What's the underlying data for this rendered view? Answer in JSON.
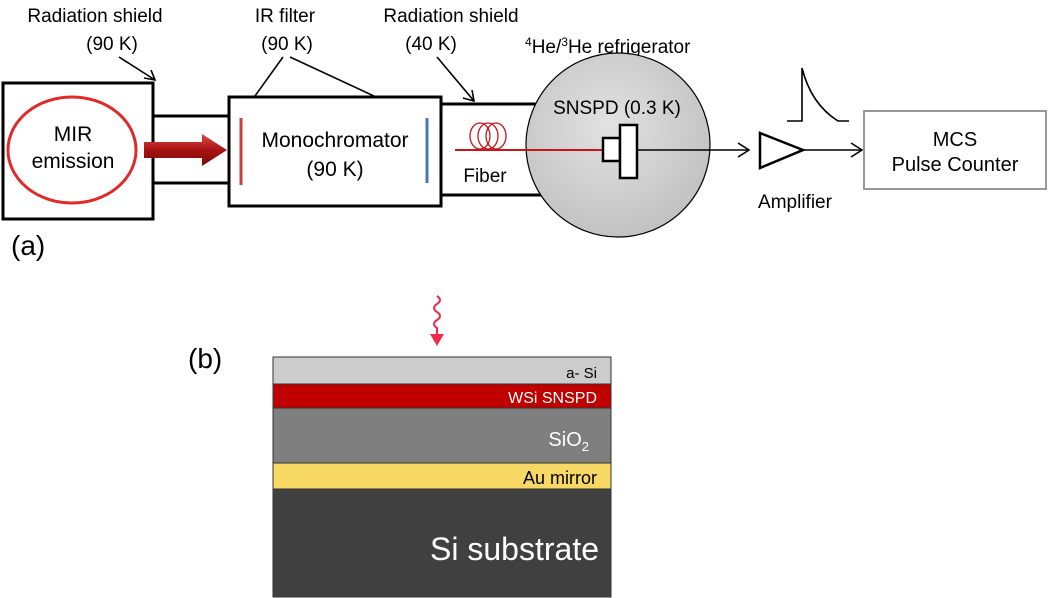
{
  "panel_a": {
    "label": "(a)",
    "radiation_shield_outer": {
      "line1": "Radiation shield",
      "line2": "(90 K)"
    },
    "ir_filter": {
      "line1": "IR filter",
      "line2": "(90 K)"
    },
    "radiation_shield_inner": {
      "line1": "Radiation shield",
      "line2": "(40 K)"
    },
    "refrigerator": {
      "sup1": "4",
      "he1": "He/",
      "sup2": "3",
      "he2": "He refrigerator"
    },
    "mir_emission": {
      "line1": "MIR",
      "line2": "emission"
    },
    "monochromator": {
      "line1": "Monochromator",
      "line2": "(90 K)"
    },
    "fiber": "Fiber",
    "snspd": "SNSPD (0.3 K)",
    "amplifier": "Amplifier",
    "mcs": {
      "line1": "MCS",
      "line2": "Pulse Counter"
    }
  },
  "panel_b": {
    "label": "(b)",
    "layers": {
      "a_si": "a- Si",
      "wsi": "WSi SNSPD",
      "sio2_base": "SiO",
      "sio2_sub": "2",
      "au": "Au mirror",
      "si": "Si substrate"
    }
  },
  "colors": {
    "red_arrow": "#b01717",
    "mir_ellipse": "#e02a2a",
    "fiber_red": "#c8151b",
    "filter_red": "#c9413f",
    "filter_blue": "#4a78b5",
    "fridge_fill": "#d0d0d0",
    "layer_asi": "#cccccc",
    "layer_wsi": "#c00000",
    "layer_sio2": "#7f7f7f",
    "layer_au": "#f8d865",
    "layer_si": "#404040",
    "photon": "#f0284a"
  }
}
